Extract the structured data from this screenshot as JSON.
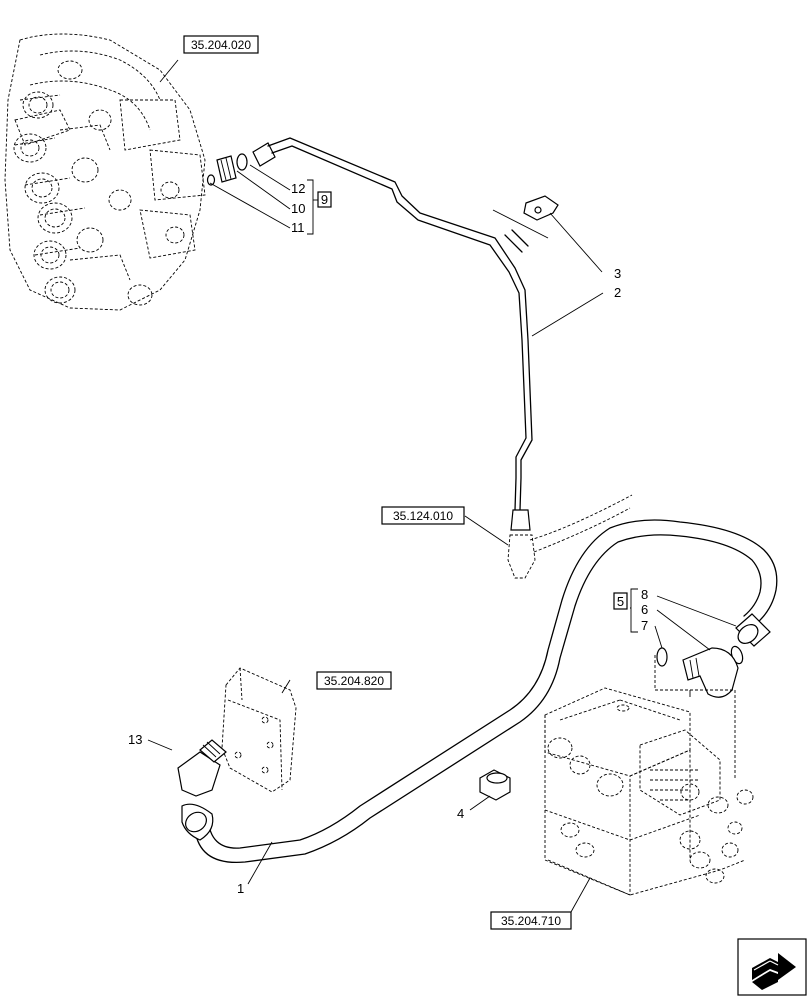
{
  "references": {
    "upper_valve": "35.204.020",
    "connector": "35.124.010",
    "bracket": "35.204.820",
    "lower_valve": "35.204.710"
  },
  "callouts": {
    "c1": "1",
    "c2": "2",
    "c3": "3",
    "c4": "4",
    "c5": "5",
    "c6": "6",
    "c7": "7",
    "c8": "8",
    "c9": "9",
    "c10": "10",
    "c11": "11",
    "c12": "12",
    "c13": "13"
  },
  "icons": {
    "nav": "next-page-arrow-icon"
  }
}
